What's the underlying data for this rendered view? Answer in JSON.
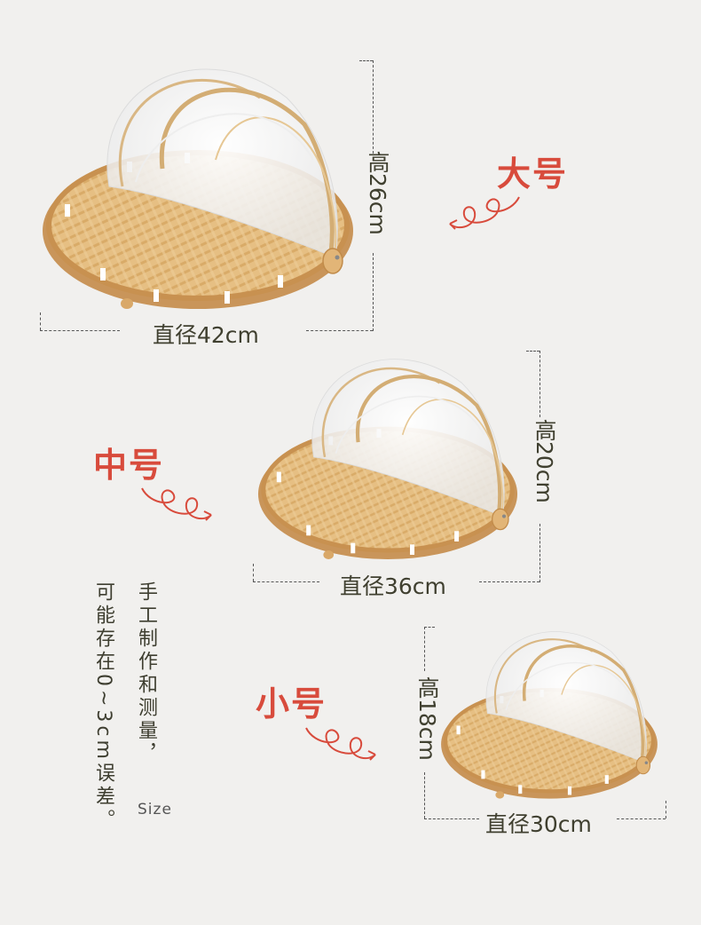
{
  "sizes": {
    "large": {
      "name": "大号",
      "height": "高26cm",
      "diameter": "直径42cm"
    },
    "medium": {
      "name": "中号",
      "height": "高20cm",
      "diameter": "直径36cm"
    },
    "small": {
      "name": "小号",
      "height": "高18cm",
      "diameter": "直径30cm"
    }
  },
  "note": {
    "line1": "手工制作和测量，",
    "line2": "可能存在0~3cm误差。",
    "tag": "Size"
  },
  "colors": {
    "accent": "#d84b3c",
    "bamboo": "#e2b97a",
    "mesh": "#f7f7f7"
  }
}
